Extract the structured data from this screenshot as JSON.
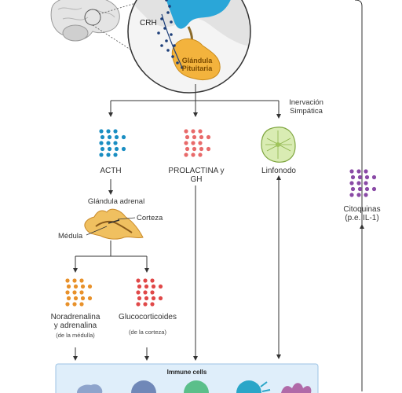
{
  "brain": {
    "crh_label": "CRH",
    "pituitary_label_line1": "Glándula",
    "pituitary_label_line2": "Pituitaria"
  },
  "sympathetic": {
    "line1": "Inervación",
    "line2": "Simpática"
  },
  "hormones": {
    "acth": "ACTH",
    "prolactin_line1": "PROLACTINA y",
    "prolactin_line2": "GH",
    "lymph_node": "Linfonodo"
  },
  "adrenal": {
    "title": "Glándula adrenal",
    "cortex": "Corteza",
    "medulla": "Médula"
  },
  "outputs": {
    "noradrenaline_line1": "Noradrenalina",
    "noradrenaline_line2": "y adrenalina",
    "noradrenaline_note": "(de la médulla)",
    "glucocorticoids": "Glucocorticoides",
    "glucocorticoids_note": "(de la corteza)"
  },
  "cytokines": {
    "line1": "Citoquinas",
    "line2": "(p.e. IL-1)"
  },
  "immune": {
    "title": "Immune cells"
  },
  "colors": {
    "acth": "#1a8ec2",
    "prolactin": "#e86a6a",
    "noradrenaline": "#e8912a",
    "glucocorticoids": "#e04848",
    "cytokines": "#8a4aa6",
    "pituitary": "#f3b33d",
    "hypothalamus": "#2aa6d8",
    "immune_box": "#dfeefa"
  }
}
